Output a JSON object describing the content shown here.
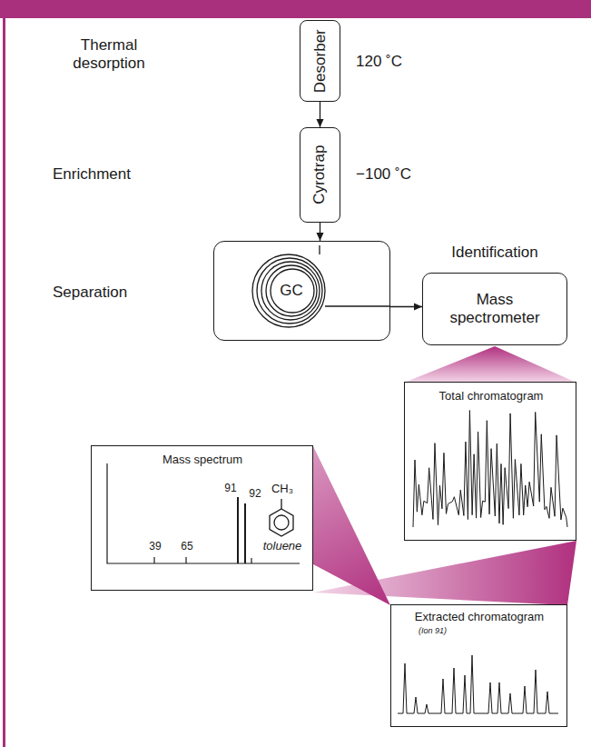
{
  "diagram": {
    "nodes": [
      {
        "text": [
          "Desorber"
        ]
      },
      {
        "text": [
          "Cyrotrap"
        ]
      },
      {
        "text": [
          "GC"
        ]
      },
      {
        "text": [
          "Mass spectrometer"
        ]
      },
      {
        "text": [
          "Mass spectrum",
          "91",
          "92",
          "39",
          "65",
          "CH₃",
          "toluene"
        ]
      },
      {
        "text": [
          "Total chromatogram"
        ]
      },
      {
        "text": [
          "Extracted chromatogram",
          "(Ion 91)"
        ]
      }
    ],
    "edges": [
      {
        "from": 0,
        "to": 1,
        "arrow": "to"
      },
      {
        "from": 1,
        "to": 2,
        "arrow": "to"
      },
      {
        "from": 2,
        "to": 3,
        "arrow": "to"
      }
    ],
    "labels": [
      "Thermal desorption",
      "120 ˚C",
      "Enrichment",
      "−100 ˚C",
      "Separation",
      "Identification"
    ]
  }
}
